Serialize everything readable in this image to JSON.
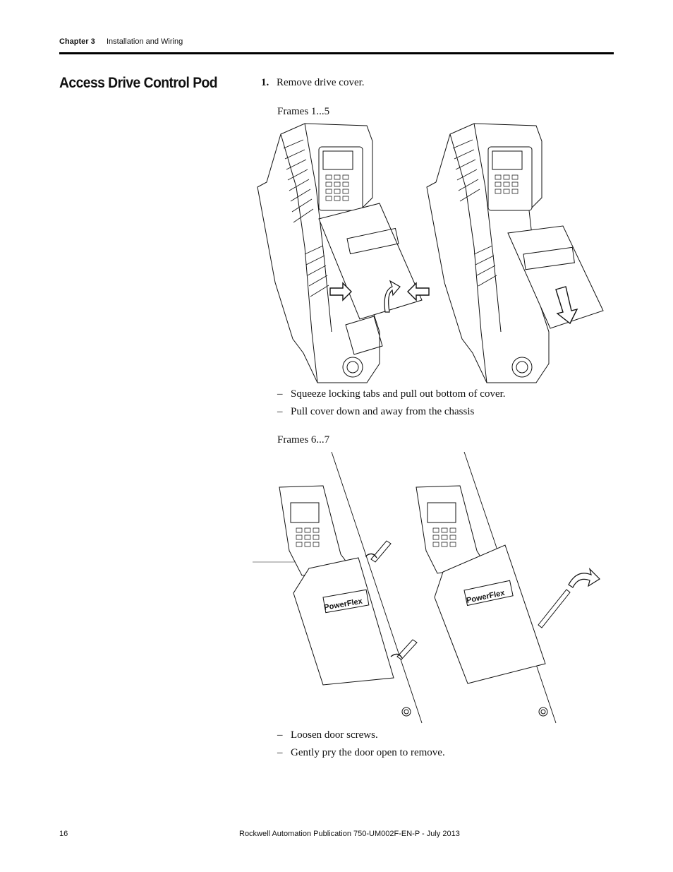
{
  "header": {
    "chapter": "Chapter 3",
    "title": "Installation and Wiring"
  },
  "section": {
    "title": "Access Drive Control Pod"
  },
  "step1": {
    "number": "1.",
    "text": "Remove drive cover.",
    "frames_a_label": "Frames 1...5",
    "frames_a_bullets": [
      "Squeeze locking tabs and pull out bottom of cover.",
      "Pull cover down and away from the chassis"
    ],
    "frames_b_label": "Frames 6...7",
    "frames_b_bullets": [
      "Loosen door screws.",
      "Gently pry the door open to remove."
    ],
    "logo_text": "PowerFlex"
  },
  "footer": {
    "page_number": "16",
    "publication": "Rockwell Automation Publication 750-UM002F-EN-P - July 2013"
  }
}
